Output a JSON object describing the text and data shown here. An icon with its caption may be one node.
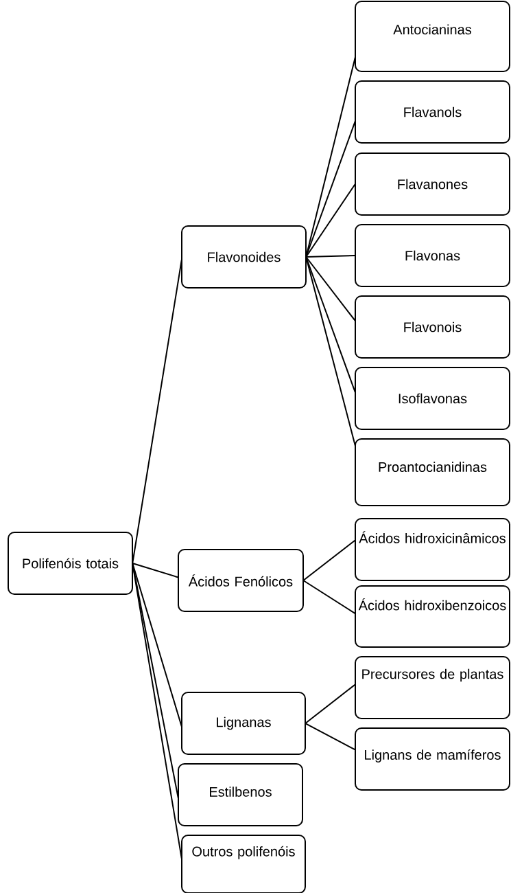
{
  "diagram": {
    "nodes": [
      {
        "text": [
          "Polifenóis totais"
        ]
      },
      {
        "text": [
          "Flavonoides"
        ]
      },
      {
        "text": [
          "Antocianinas"
        ]
      },
      {
        "text": [
          "Flavanols"
        ]
      },
      {
        "text": [
          "Flavanones"
        ]
      },
      {
        "text": [
          "Flavonas"
        ]
      },
      {
        "text": [
          "Flavonois"
        ]
      },
      {
        "text": [
          "Isoflavonas"
        ]
      },
      {
        "text": [
          "Proantocianidinas"
        ]
      },
      {
        "text": [
          "Ácidos Fenólicos"
        ]
      },
      {
        "text": [
          "Ácidos hidroxicinâmicos"
        ]
      },
      {
        "text": [
          "Ácidos hidroxibenzoicos"
        ]
      },
      {
        "text": [
          "Lignanas"
        ]
      },
      {
        "text": [
          "Precursores de plantas"
        ]
      },
      {
        "text": [
          "Lignans de mamíferos"
        ]
      },
      {
        "text": [
          "Estilbenos"
        ]
      },
      {
        "text": [
          "Outros polifenóis"
        ]
      }
    ],
    "edges": [
      {
        "from": 0,
        "to": 1,
        "arrow": "none"
      },
      {
        "from": 1,
        "to": 2,
        "arrow": "none"
      },
      {
        "from": 1,
        "to": 3,
        "arrow": "none"
      },
      {
        "from": 1,
        "to": 4,
        "arrow": "none"
      },
      {
        "from": 1,
        "to": 5,
        "arrow": "none"
      },
      {
        "from": 1,
        "to": 6,
        "arrow": "none"
      },
      {
        "from": 1,
        "to": 7,
        "arrow": "none"
      },
      {
        "from": 1,
        "to": 8,
        "arrow": "none"
      },
      {
        "from": 0,
        "to": 9,
        "arrow": "none"
      },
      {
        "from": 9,
        "to": 10,
        "arrow": "none"
      },
      {
        "from": 9,
        "to": 11,
        "arrow": "none"
      },
      {
        "from": 0,
        "to": 12,
        "arrow": "none"
      },
      {
        "from": 12,
        "to": 13,
        "arrow": "none"
      },
      {
        "from": 12,
        "to": 14,
        "arrow": "none"
      },
      {
        "from": 0,
        "to": 15,
        "arrow": "none"
      },
      {
        "from": 0,
        "to": 16,
        "arrow": "none"
      }
    ]
  }
}
